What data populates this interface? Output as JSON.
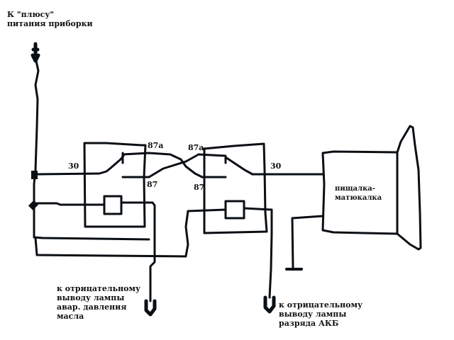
{
  "diagram": {
    "title_label": [
      "К \"плюсу\"",
      "питания приборки"
    ],
    "left_relay": {
      "pin_30": "30",
      "pin_87a": "87a",
      "pin_87": "87"
    },
    "right_relay": {
      "pin_30": "30",
      "pin_87a": "87a",
      "pin_87": "87"
    },
    "device_label": [
      "пищалка-",
      "матюкалка"
    ],
    "left_output_label": [
      "к отрицательному",
      "выводу лампы",
      "авар. давления",
      "масла"
    ],
    "right_output_label": [
      "к отрицательному",
      "выводу лампы",
      "разряда АКБ"
    ],
    "colors": {
      "wire": "#0a0f14",
      "background": "#ffffff",
      "text": "#111111"
    }
  }
}
